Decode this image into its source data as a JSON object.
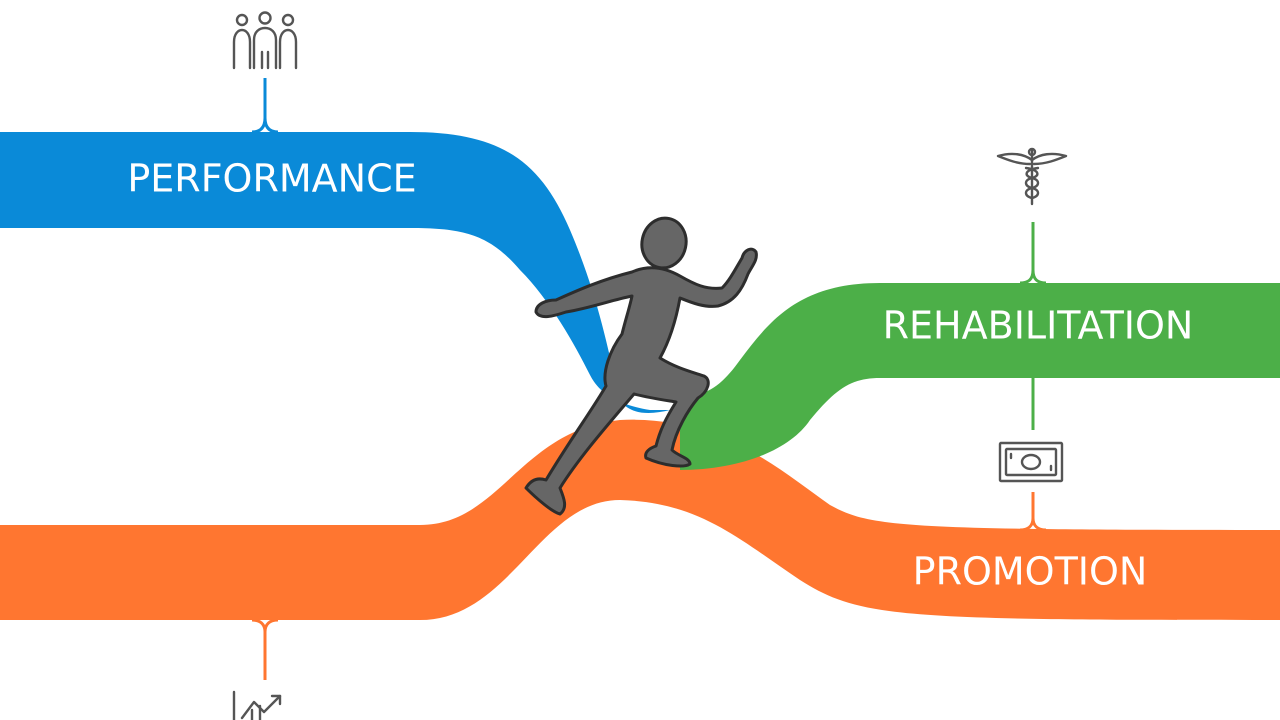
{
  "bands": [
    {
      "id": "performance",
      "label": "PERFORMANCE",
      "color": "#0a8ad8",
      "icon": "team-icon"
    },
    {
      "id": "rehabilitation",
      "label": "REHABILITATION",
      "color": "#4caf48",
      "icon": "caduceus-icon"
    },
    {
      "id": "promotion",
      "label": "PROMOTION",
      "color": "#ff7630",
      "icon": "money-icon"
    }
  ],
  "extra_icons": [
    {
      "id": "growth",
      "icon": "growth-chart-icon",
      "color": "#ff7630"
    }
  ],
  "figure": {
    "icon": "runner-icon",
    "color": "#666666"
  }
}
